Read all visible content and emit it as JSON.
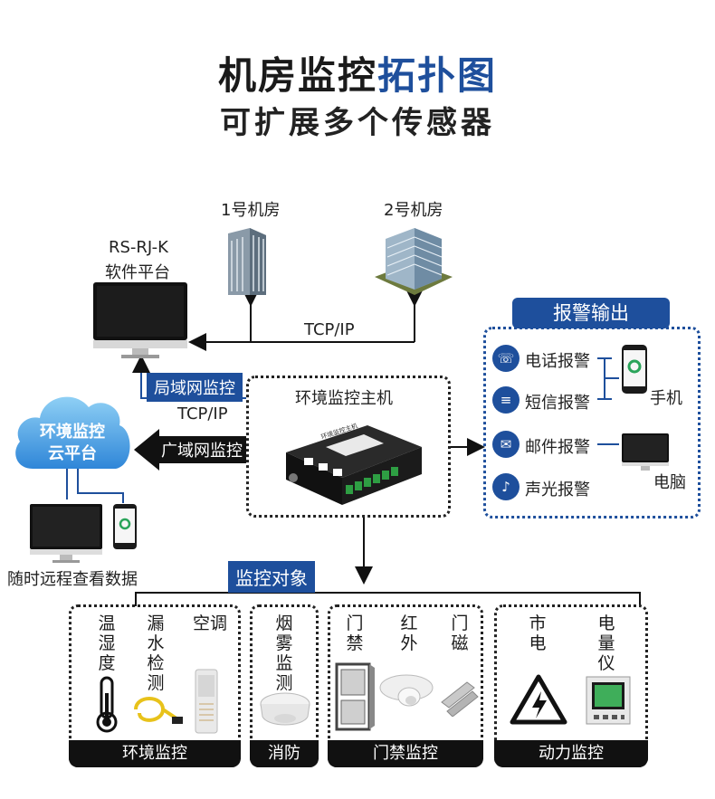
{
  "title": {
    "part1": "机房监控",
    "part2": "拓扑图",
    "subtitle": "可扩展多个传感器"
  },
  "software": {
    "line1": "RS-RJ-K",
    "line2": "软件平台"
  },
  "room1": "1号机房",
  "room2": "2号机房",
  "tcpip_top": "TCP/IP",
  "lan_tag": "局域网监控",
  "tcpip_left": "TCP/IP",
  "wan_tag": "广域网监控",
  "cloud": {
    "line1": "环境监控",
    "line2": "云平台"
  },
  "remote_view": "随时远程查看数据",
  "host": {
    "label": "环境监控主机",
    "device_text": "环境监控主机"
  },
  "alarm": {
    "title": "报警输出",
    "items": [
      {
        "label": "电话报警",
        "icon": "phone-icon"
      },
      {
        "label": "短信报警",
        "icon": "sms-icon"
      },
      {
        "label": "邮件报警",
        "icon": "mail-icon"
      },
      {
        "label": "声光报警",
        "icon": "speaker-icon"
      }
    ],
    "mobile": "手机",
    "computer": "电脑"
  },
  "monitor_objects": "监控对象",
  "groups": {
    "env": {
      "footer": "环境监控",
      "items": [
        "温湿度",
        "漏水检测",
        "空调"
      ]
    },
    "fire": {
      "footer": "消防",
      "items": [
        "烟雾监测"
      ]
    },
    "door": {
      "footer": "门禁监控",
      "items": [
        "门禁",
        "红外",
        "门磁"
      ]
    },
    "power": {
      "footer": "动力监控",
      "items": [
        "市电",
        "电量仪"
      ]
    }
  },
  "colors": {
    "accent": "#1e4f9c",
    "dark": "#111111"
  }
}
